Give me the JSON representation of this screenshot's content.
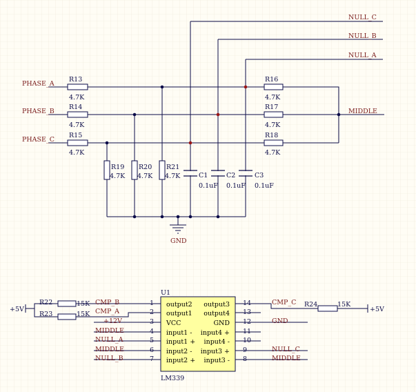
{
  "nets": {
    "null_c": "NULL_C",
    "null_b": "NULL_B",
    "null_a": "NULL_A",
    "phase_a": "PHASE_A",
    "phase_b": "PHASE_B",
    "phase_c": "PHASE_C",
    "middle": "MIDDLE",
    "gnd": "GND"
  },
  "resistors": {
    "r13": {
      "ref": "R13",
      "value": "4.7K"
    },
    "r14": {
      "ref": "R14",
      "value": "4.7K"
    },
    "r15": {
      "ref": "R15",
      "value": "4.7K"
    },
    "r16": {
      "ref": "R16",
      "value": "4.7K"
    },
    "r17": {
      "ref": "R17",
      "value": "4.7K"
    },
    "r18": {
      "ref": "R18",
      "value": "4.7K"
    },
    "r19": {
      "ref": "R19",
      "value": "4.7K"
    },
    "r20": {
      "ref": "R20",
      "value": "4.7K"
    },
    "r21": {
      "ref": "R21",
      "value": "4.7K"
    },
    "r22": {
      "ref": "R22",
      "value": "15K"
    },
    "r23": {
      "ref": "R23",
      "value": "15K"
    },
    "r24": {
      "ref": "R24",
      "value": "15K"
    }
  },
  "capacitors": {
    "c1": {
      "ref": "C1",
      "value": "0.1uF"
    },
    "c2": {
      "ref": "C2",
      "value": "0.1uF"
    },
    "c3": {
      "ref": "C3",
      "value": "0.1uF"
    }
  },
  "supply": {
    "plus5_left": "+5V",
    "plus5_right": "+5V"
  },
  "u1": {
    "ref": "U1",
    "part": "LM339",
    "left_pins": [
      {
        "num": "1",
        "name": "output2",
        "net": "CMP_B"
      },
      {
        "num": "2",
        "name": "output1",
        "net": "CMP_A"
      },
      {
        "num": "3",
        "name": "VCC",
        "net": "+12V"
      },
      {
        "num": "4",
        "name": "input1 -",
        "net": "MIDDLE"
      },
      {
        "num": "5",
        "name": "input1 +",
        "net": "NULL_A"
      },
      {
        "num": "6",
        "name": "input2 -",
        "net": "MIDDLE"
      },
      {
        "num": "7",
        "name": "input2 +",
        "net": "NULL_B"
      }
    ],
    "right_pins": [
      {
        "num": "14",
        "name": "output3",
        "net": "CMP_C"
      },
      {
        "num": "13",
        "name": "output4",
        "net": ""
      },
      {
        "num": "12",
        "name": "GND",
        "net": "GND"
      },
      {
        "num": "11",
        "name": "input4 +",
        "net": ""
      },
      {
        "num": "10",
        "name": "input4 -",
        "net": ""
      },
      {
        "num": "9",
        "name": "input3 +",
        "net": "NULL_C"
      },
      {
        "num": "8",
        "name": "input3 -",
        "net": "MIDDLE"
      }
    ]
  }
}
